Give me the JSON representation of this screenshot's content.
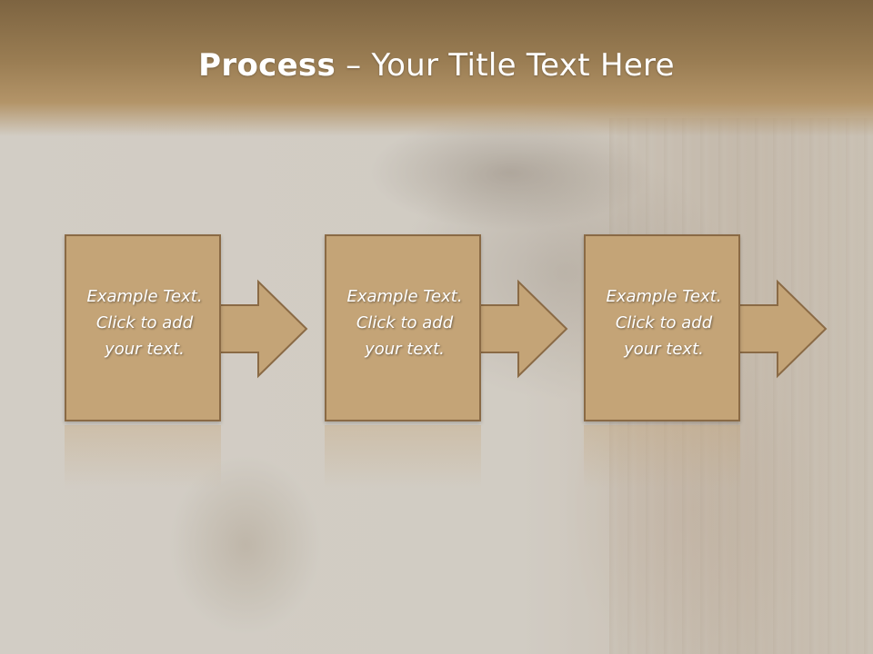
{
  "slide": {
    "title_bold": "Process",
    "title_rest": " – Your Title Text Here"
  },
  "steps": [
    {
      "lines": [
        "Example Text.",
        "Click  to add",
        "your text."
      ]
    },
    {
      "lines": [
        "Example Text.",
        "Click  to add",
        "your text."
      ]
    },
    {
      "lines": [
        "Example Text.",
        "Click  to add",
        "your text."
      ]
    }
  ],
  "colors": {
    "box_fill": "#c4a477",
    "box_border": "#8a6a45",
    "title_bar": "#9a7d53"
  },
  "icons": [
    "right-arrow-icon"
  ]
}
